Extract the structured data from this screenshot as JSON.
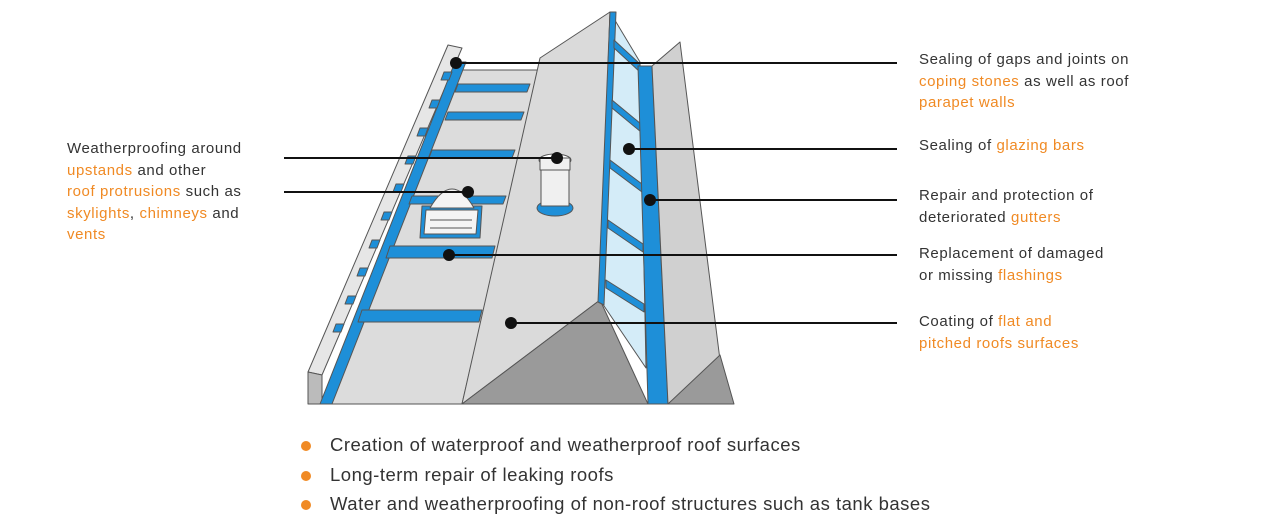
{
  "colors": {
    "accent": "#f08a24",
    "waterproof_blue": "#1e8fd8",
    "roof_grey": "#dcdcdc",
    "shadow_grey": "#9a9a9a",
    "glass": "#d4ecf8",
    "text": "#333333"
  },
  "left_callout": {
    "line1": "Weatherproofing around",
    "hl1": "upstands",
    "line2_rest": " and other",
    "hl2": "roof protrusions",
    "line3_rest": " such as",
    "hl3": "skylights",
    "sep": ", ",
    "hl4": "chimneys",
    "line4_rest": " and",
    "hl5": "vents"
  },
  "callouts": {
    "coping": {
      "pre": "Sealing of gaps and joints on",
      "hl1": "coping stones",
      "mid": " as well as roof",
      "hl2": "parapet walls"
    },
    "glazing": {
      "pre": "Sealing of ",
      "hl": "glazing bars"
    },
    "gutters": {
      "line1": "Repair and protection of",
      "pre2": "deteriorated ",
      "hl": "gutters"
    },
    "flashings": {
      "line1": "Replacement of damaged",
      "pre2": "or missing ",
      "hl": "flashings"
    },
    "coating": {
      "pre": "Coating of ",
      "hl1": "flat and",
      "hl2": "pitched roofs surfaces"
    }
  },
  "bullets": [
    "Creation of waterproof and weatherproof roof surfaces",
    "Long-term repair of leaking roofs",
    "Water and weatherproofing of non-roof structures such as tank bases"
  ]
}
